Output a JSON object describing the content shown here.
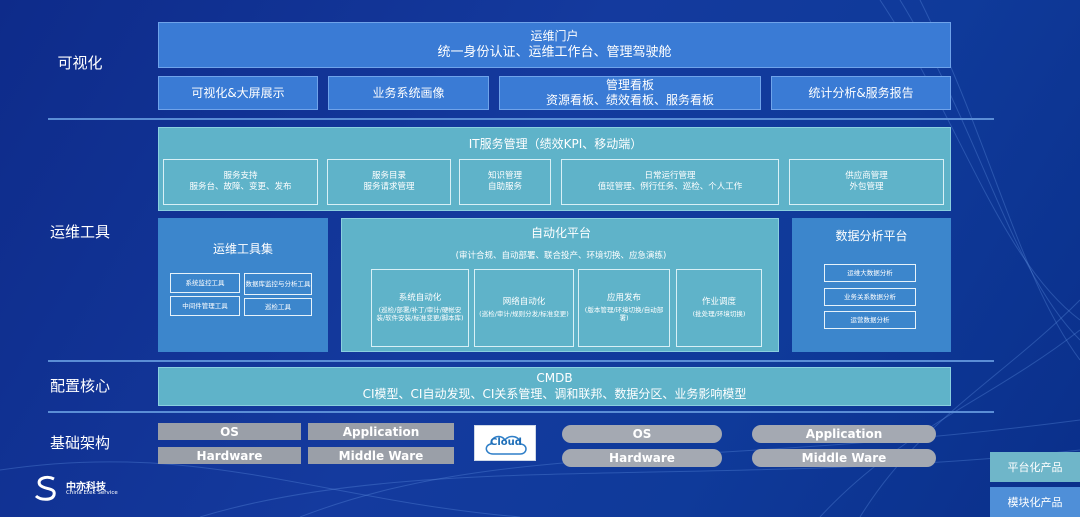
{
  "rows": {
    "visual": "可视化",
    "ops": "运维工具",
    "config": "配置核心",
    "infra": "基础架构"
  },
  "portal": {
    "title": "运维门户",
    "subtitle": "统一身份认证、运维工作台、管理驾驶舱"
  },
  "visual_boxes": [
    {
      "title": "可视化&大屏展示"
    },
    {
      "title": "业务系统画像"
    },
    {
      "title": "管理看板",
      "sub": "资源看板、绩效看板、服务看板"
    },
    {
      "title": "统计分析&服务报告"
    }
  ],
  "itsm": {
    "title": "IT服务管理（绩效KPI、移动端）",
    "items": [
      {
        "title": "服务支持",
        "sub": "服务台、故障、变更、发布"
      },
      {
        "title": "服务目录",
        "sub": "服务请求管理"
      },
      {
        "title": "知识管理",
        "sub": "自助服务"
      },
      {
        "title": "日常运行管理",
        "sub": "值班管理、例行任务、巡检、个人工作"
      },
      {
        "title": "供应商管理",
        "sub": "外包管理"
      }
    ]
  },
  "toolset": {
    "title": "运维工具集",
    "items": [
      "系统监控工具",
      "数据库监控与分析工具",
      "中间件管理工具",
      "巡检工具"
    ]
  },
  "automation": {
    "title": "自动化平台",
    "sub": "(审计合规、自动部署、联合投产、环境切换、应急演练)",
    "items": [
      {
        "title": "系统自动化",
        "sub": "(巡检/部署/补丁/审计/硬帐安装/软件安装/标准变更/脚本库)"
      },
      {
        "title": "网络自动化",
        "sub": "(巡检/审计/规则分发/标准变更)"
      },
      {
        "title": "应用发布",
        "sub": "(版本管理/环境切换/自动部署)"
      },
      {
        "title": "作业调度",
        "sub": "(批处理/环境切换)"
      }
    ]
  },
  "analytics": {
    "title": "数据分析平台",
    "items": [
      "运维大数据分析",
      "业务关系数据分析",
      "运营数据分析"
    ]
  },
  "cmdb": {
    "title": "CMDB",
    "subtitle": "CI模型、CI自动发现、CI关系管理、调和联邦、数据分区、业务影响模型"
  },
  "infra": {
    "left": {
      "os": "OS",
      "app": "Application",
      "hw": "Hardware",
      "mw": "Middle Ware"
    },
    "cloud": "Cloud",
    "right": {
      "os": "OS",
      "app": "Application",
      "hw": "Hardware",
      "mw": "Middle Ware"
    }
  },
  "logo": {
    "name": "中亦科技",
    "en": "China Etek Service"
  },
  "legend": {
    "platform": "平台化产品",
    "module": "模块化产品"
  }
}
